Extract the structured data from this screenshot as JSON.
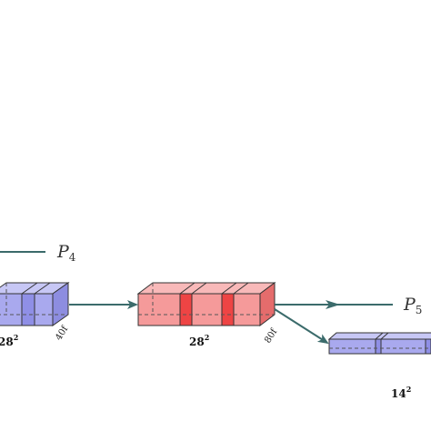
{
  "labels": {
    "p4_base": "P",
    "p4_sub": "4",
    "p5_base": "P",
    "p5_sub": "5",
    "size_left_base": "28",
    "size_left_exp": "2",
    "size_mid_base": "28",
    "size_mid_exp": "2",
    "size_right_base": "14",
    "size_right_exp": "2",
    "filters_left": "40f",
    "filters_mid": "80f"
  },
  "colors": {
    "blue_face": "#a9a9ee",
    "blue_top": "#c7c7f5",
    "blue_side": "#8d8de0",
    "red_face": "#f59a9a",
    "red_top": "#f8b9b9",
    "red_side": "#e56c6c",
    "arrow": "#3b6b6b"
  }
}
